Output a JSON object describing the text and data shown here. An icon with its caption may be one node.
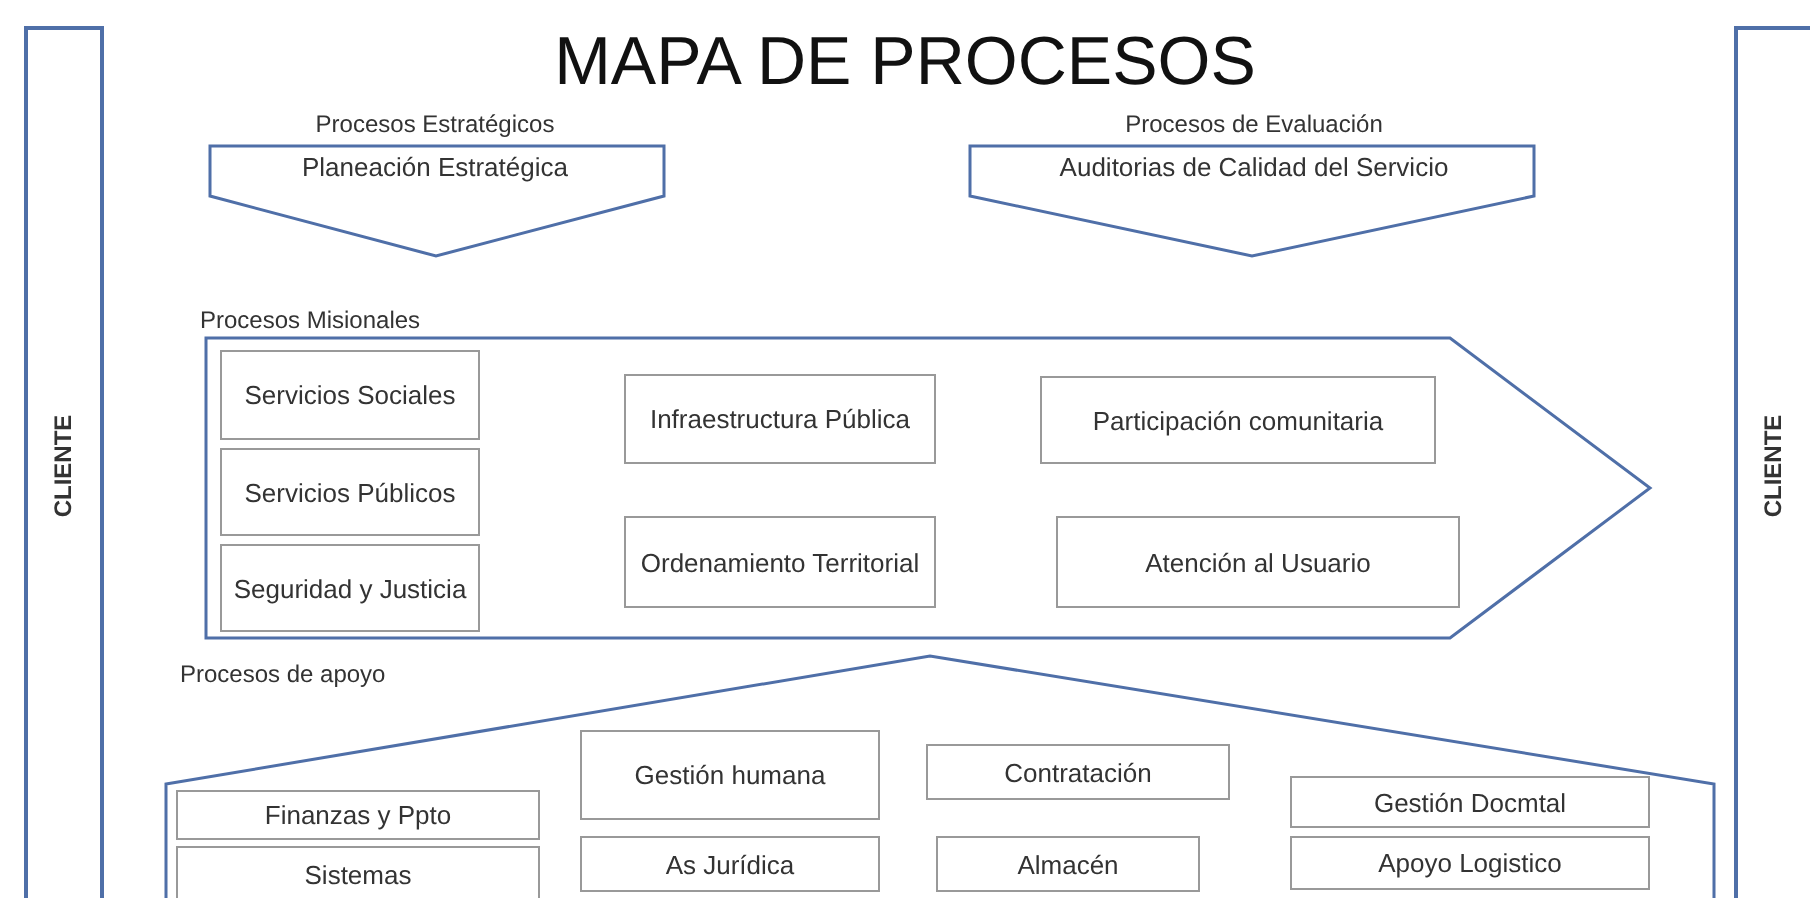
{
  "diagram": {
    "title": "MAPA DE PROCESOS",
    "nodes": [
      {
        "text": [
          "CLIENTE"
        ]
      },
      {
        "text": [
          "Procesos Estratégicos",
          "Planeación Estratégica"
        ]
      },
      {
        "text": [
          "Procesos de Evaluación",
          "Auditorias de Calidad del Servicio"
        ]
      },
      {
        "text": [
          "Procesos Misionales"
        ]
      },
      {
        "text": [
          "Servicios Sociales"
        ],
        "in": 3
      },
      {
        "text": [
          "Servicios Públicos"
        ],
        "in": 3
      },
      {
        "text": [
          "Seguridad y Justicia"
        ],
        "in": 3
      },
      {
        "text": [
          "Infraestructura Pública"
        ],
        "in": 3
      },
      {
        "text": [
          "Participación comunitaria"
        ],
        "in": 3
      },
      {
        "text": [
          "Ordenamiento Territorial"
        ],
        "in": 3
      },
      {
        "text": [
          "Atención al Usuario"
        ],
        "in": 3
      },
      {
        "text": [
          "Procesos de apoyo"
        ]
      },
      {
        "text": [
          "Finanzas y Ppto"
        ],
        "in": 11
      },
      {
        "text": [
          "Sistemas"
        ],
        "in": 11
      },
      {
        "text": [
          "Gestión humana"
        ],
        "in": 11
      },
      {
        "text": [
          "As Jurídica"
        ],
        "in": 11
      },
      {
        "text": [
          "Contratación"
        ],
        "in": 11
      },
      {
        "text": [
          "Almacén"
        ],
        "in": 11
      },
      {
        "text": [
          "Gestión Docmtal"
        ],
        "in": 11
      },
      {
        "text": [
          "Apoyo Logistico"
        ],
        "in": 11
      },
      {
        "text": [
          "CLIENTE"
        ]
      }
    ]
  }
}
